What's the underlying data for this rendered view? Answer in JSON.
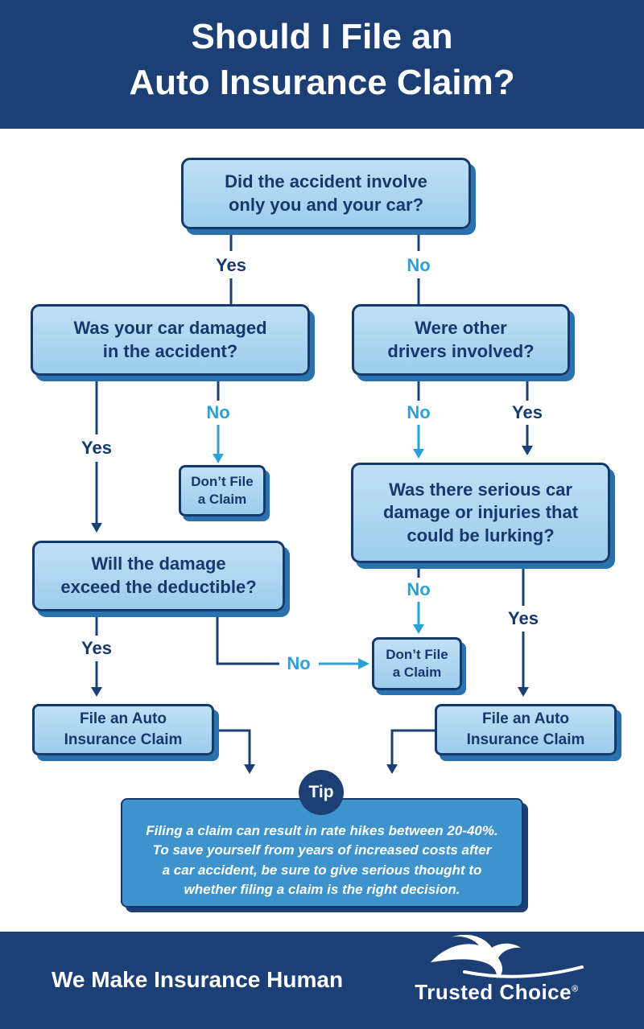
{
  "header": {
    "title": [
      "Should I File an",
      "Auto Insurance Claim?"
    ]
  },
  "labels": {
    "yes": "Yes",
    "no": "No"
  },
  "flow": {
    "q1": {
      "lines": [
        "Did the accident involve",
        "only you and your car?"
      ]
    },
    "q2": {
      "lines": [
        "Was your car damaged",
        "in the accident?"
      ]
    },
    "q3": {
      "lines": [
        "Were other",
        "drivers involved?"
      ]
    },
    "q4": {
      "lines": [
        "Was there serious car",
        "damage or injuries that",
        "could be lurking?"
      ]
    },
    "q5": {
      "lines": [
        "Will the damage",
        "exceed the deductible?"
      ]
    },
    "dont_file": {
      "lines": [
        "Don’t File",
        "a Claim"
      ]
    },
    "file_claim": {
      "lines": [
        "File an Auto",
        "Insurance Claim"
      ]
    }
  },
  "tip": {
    "badge": "Tip",
    "lines": [
      "Filing a claim can result in rate hikes between 20-40%.",
      "To save yourself from years of increased costs after",
      "a car accident, be sure to give serious thought to",
      "whether filing a claim is the right decision."
    ]
  },
  "footer": {
    "tagline": "We Make Insurance Human",
    "brand": "Trusted Choice",
    "mark": "®"
  },
  "colors": {
    "navy": "#1c3f75",
    "box_fill": "#a6d4ef",
    "box_border": "#16396d",
    "light_blue": "#2ea0d8",
    "tip_fill": "#3f93cc"
  }
}
